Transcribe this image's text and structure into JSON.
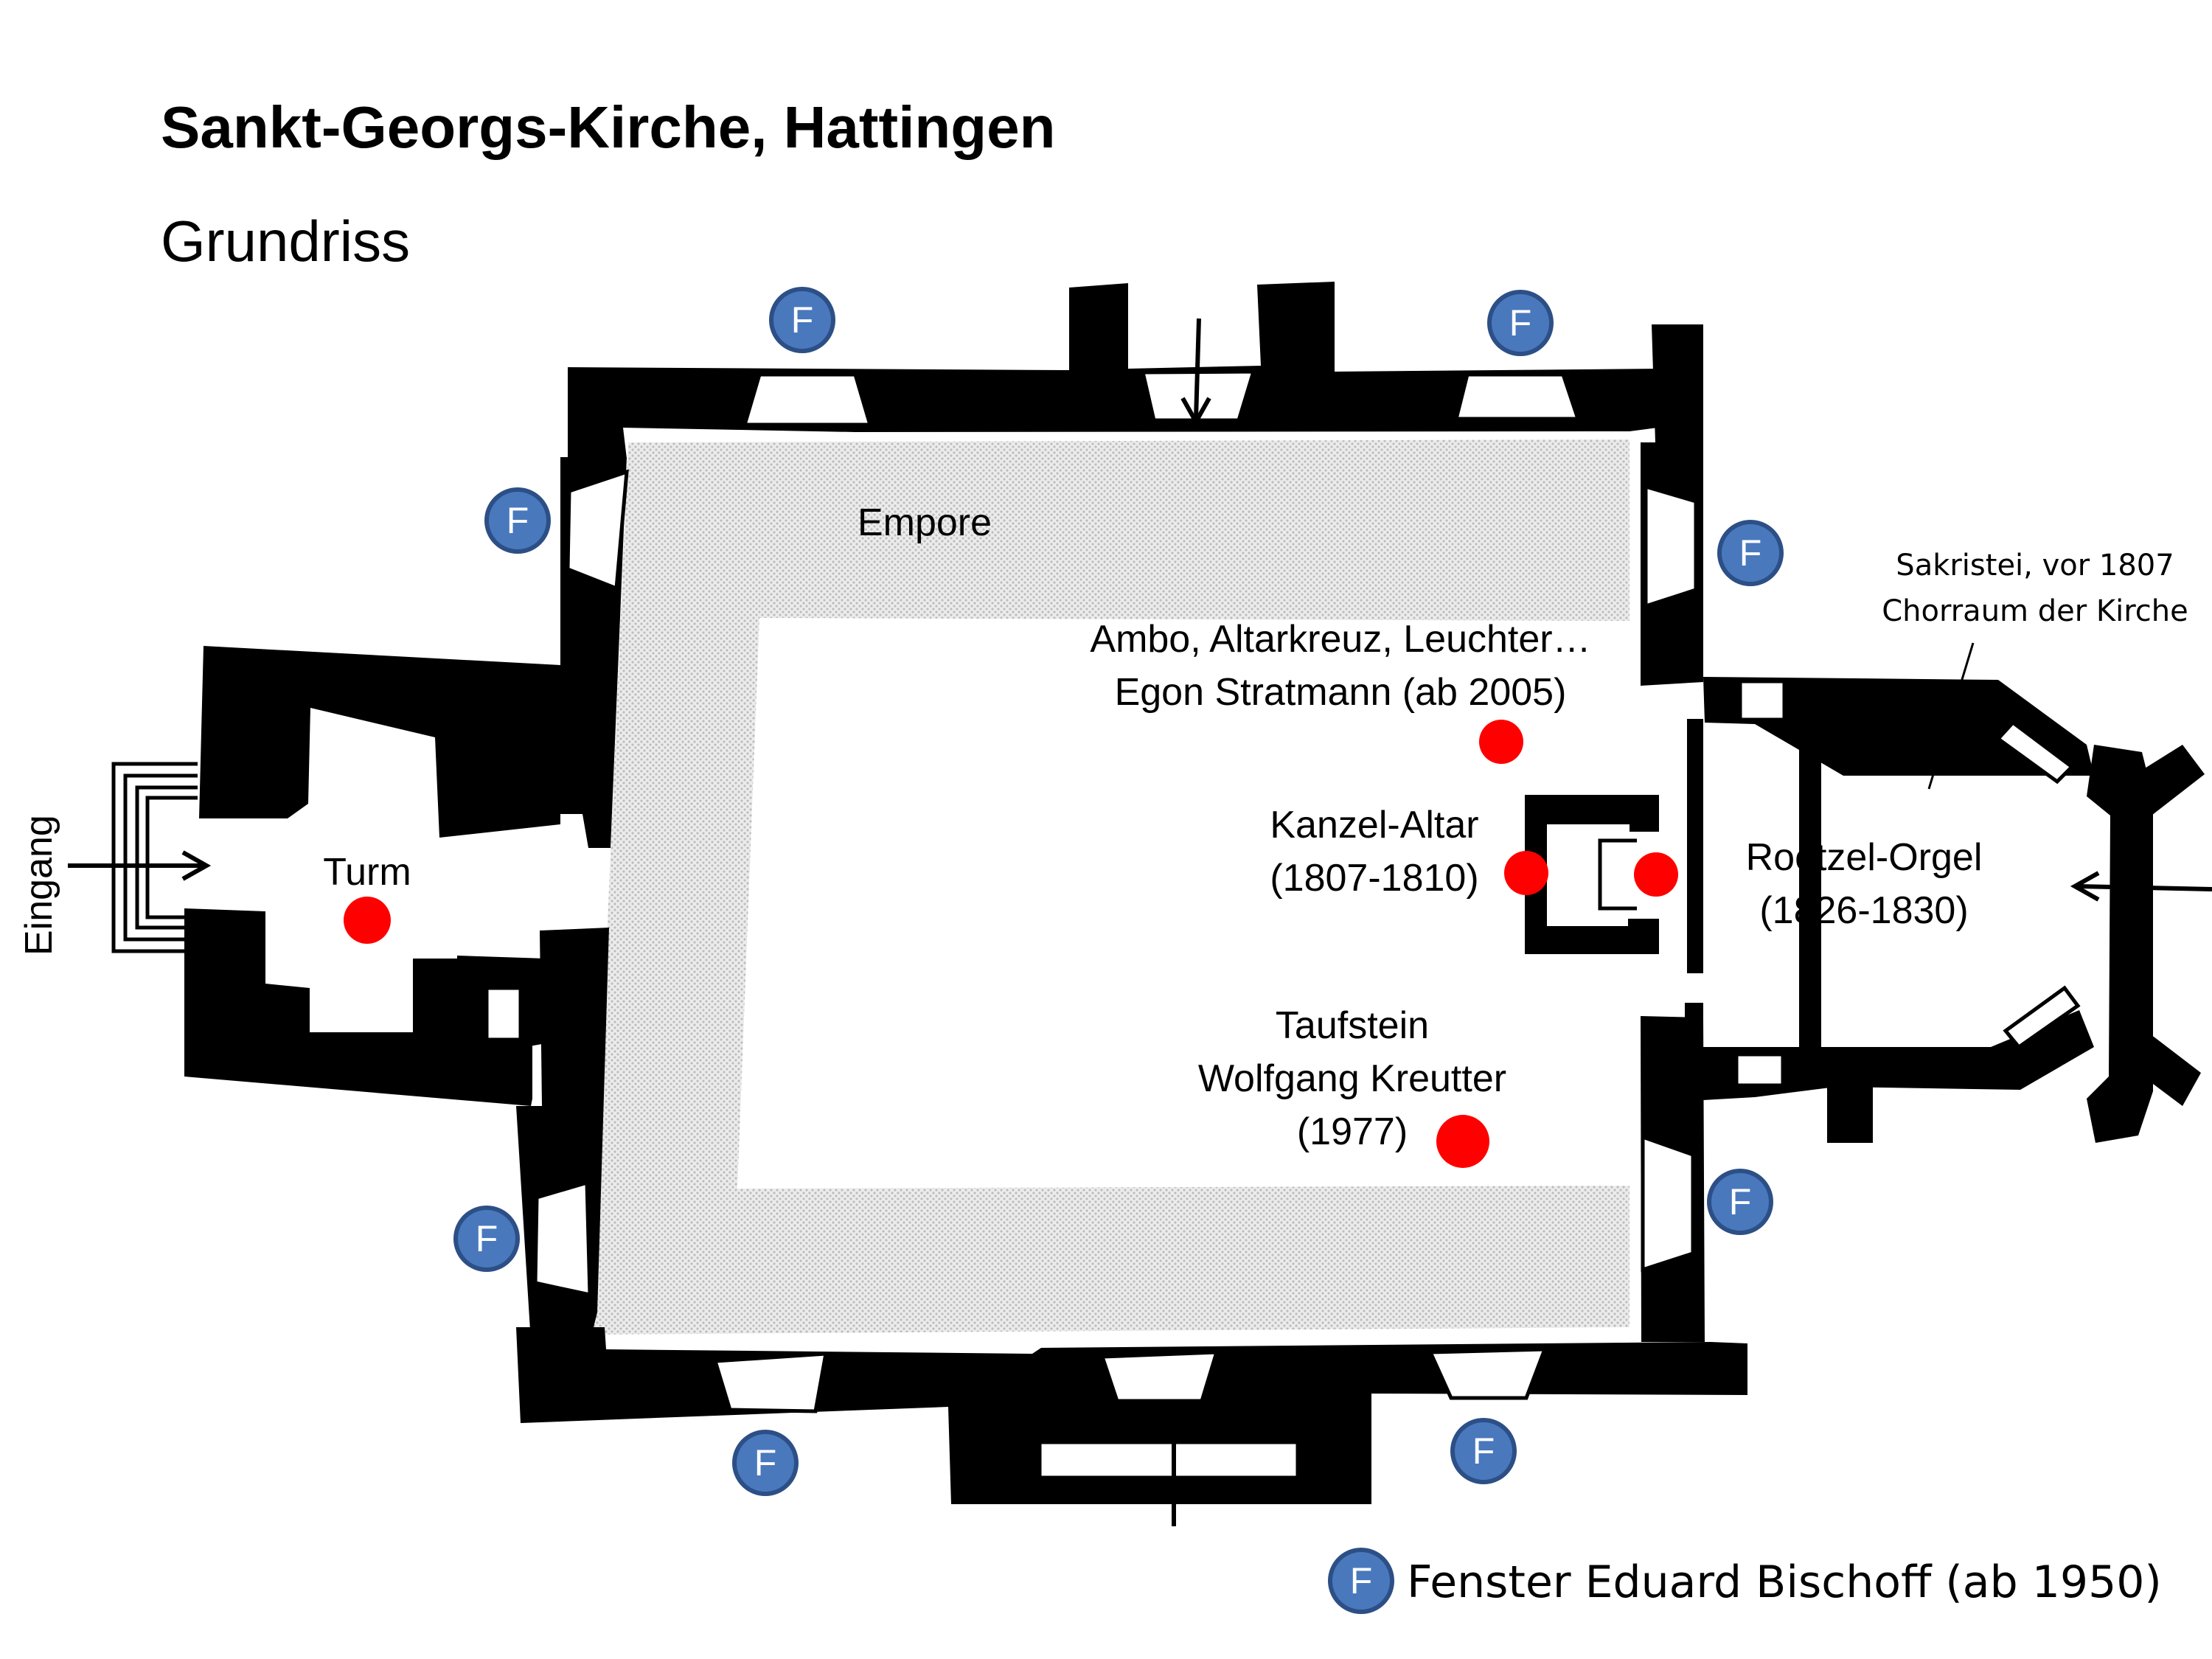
{
  "title": "Sankt-Georgs-Kirche, Hattingen",
  "subtitle": "Grundriss",
  "labels": {
    "entrance": "Eingang",
    "tower": "Turm",
    "gallery": "Empore",
    "ambo_line1": "Ambo, Altarkreuz, Leuchter…",
    "ambo_line2": "Egon Stratmann (ab 2005)",
    "pulpit_line1": "Kanzel-Altar",
    "pulpit_line2": "(1807-1810)",
    "organ_line1": "Roetzel-Orgel",
    "organ_line2": "(1826-1830)",
    "sacristy_line1": "Sakristei, vor 1807",
    "sacristy_line2": "Chorraum der Kirche",
    "font_line1": "Taufstein",
    "font_line2": "Wolfgang Kreutter",
    "font_line3": "(1977)"
  },
  "legend": {
    "badge": "F",
    "text": "Fenster Eduard Bischoff (ab 1950)"
  },
  "window_badge": "F",
  "colors": {
    "badge_fill": "#4a78bd",
    "marker": "#ff0000",
    "walls": "#000000",
    "gallery": "#d9d9d9"
  }
}
